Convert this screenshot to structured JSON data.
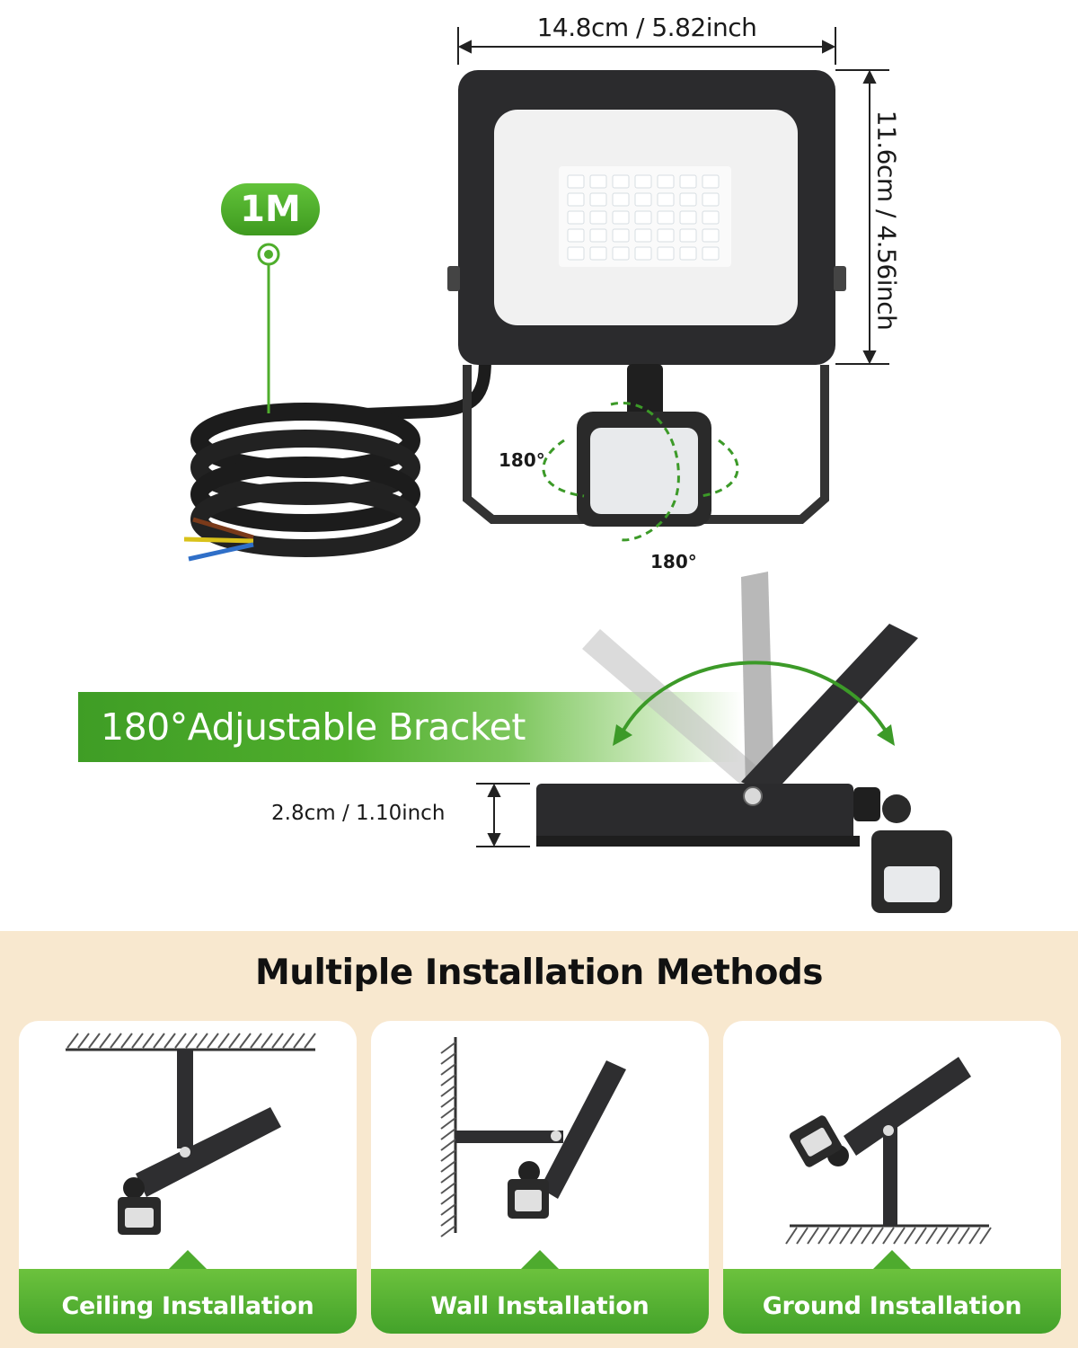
{
  "dimensions": {
    "width": "14.8cm / 5.82inch",
    "height": "11.6cm / 4.56inch",
    "depth": "2.8cm / 1.10inch"
  },
  "cable": {
    "length": "1M"
  },
  "sensor": {
    "rotation_horizontal": "180°",
    "rotation_vertical": "180°"
  },
  "bracket": {
    "title": "180°Adjustable Bracket"
  },
  "installation": {
    "title": "Multiple Installation Methods",
    "methods": [
      {
        "label": "Ceiling Installation"
      },
      {
        "label": "Wall Installation"
      },
      {
        "label": "Ground Installation"
      }
    ]
  },
  "colors": {
    "accent_green": "#4fae2c",
    "housing": "#2b2b2d",
    "section_background": "#f8e8cf"
  }
}
